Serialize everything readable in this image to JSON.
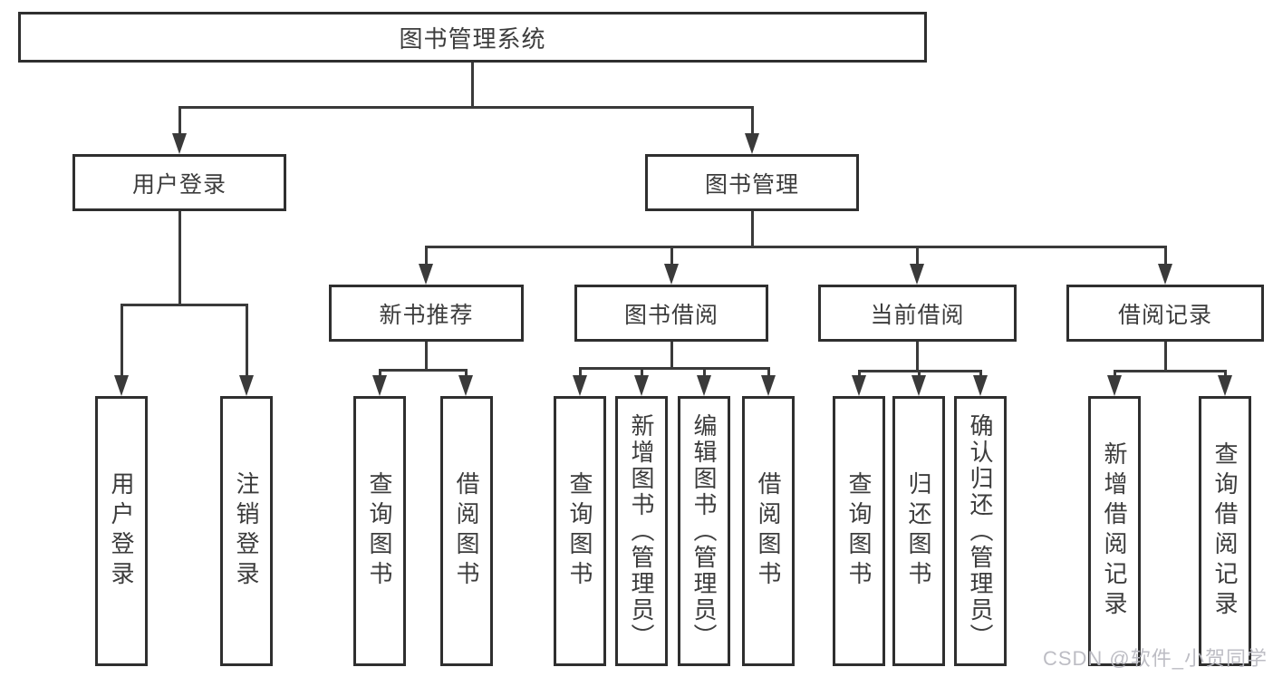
{
  "diagram": {
    "type": "tree",
    "title": "图书管理系统",
    "watermark": "CSDN @软件_小贺同学",
    "colors": {
      "background": "#ffffff",
      "box_border": "#2f2f2f",
      "line": "#3a3a3a",
      "text": "#3c3c3c",
      "watermark_text": "#b9b9c1"
    },
    "nodes": {
      "root": {
        "label": "图书管理系统"
      },
      "user_login": {
        "label": "用户登录"
      },
      "book_mgmt": {
        "label": "图书管理"
      },
      "new_book_rec": {
        "label": "新书推荐"
      },
      "book_borrow": {
        "label": "图书借阅"
      },
      "current_borrow": {
        "label": "当前借阅"
      },
      "borrow_record": {
        "label": "借阅记录"
      },
      "login": {
        "label": "用户登录"
      },
      "logout": {
        "label": "注销登录"
      },
      "query_book_rec": {
        "label": "查询图书"
      },
      "borrow_book_rec": {
        "label": "借阅图书"
      },
      "query_book_borrow": {
        "label": "查询图书"
      },
      "add_book": {
        "label": "新增图书（管理员）"
      },
      "edit_book": {
        "label": "编辑图书（管理员）"
      },
      "borrow_book_borrow": {
        "label": "借阅图书"
      },
      "query_book_current": {
        "label": "查询图书"
      },
      "return_book": {
        "label": "归还图书"
      },
      "confirm_return": {
        "label": "确认归还（管理员）"
      },
      "add_borrow_record": {
        "label": "新增借阅记录"
      },
      "query_borrow_record": {
        "label": "查询借阅记录"
      }
    },
    "hierarchy": {
      "图书管理系统": {
        "用户登录": [
          "用户登录",
          "注销登录"
        ],
        "图书管理": {
          "新书推荐": [
            "查询图书",
            "借阅图书"
          ],
          "图书借阅": [
            "查询图书",
            "新增图书（管理员）",
            "编辑图书（管理员）",
            "借阅图书"
          ],
          "当前借阅": [
            "查询图书",
            "归还图书",
            "确认归还（管理员）"
          ],
          "借阅记录": [
            "新增借阅记录",
            "查询借阅记录"
          ]
        }
      }
    }
  }
}
